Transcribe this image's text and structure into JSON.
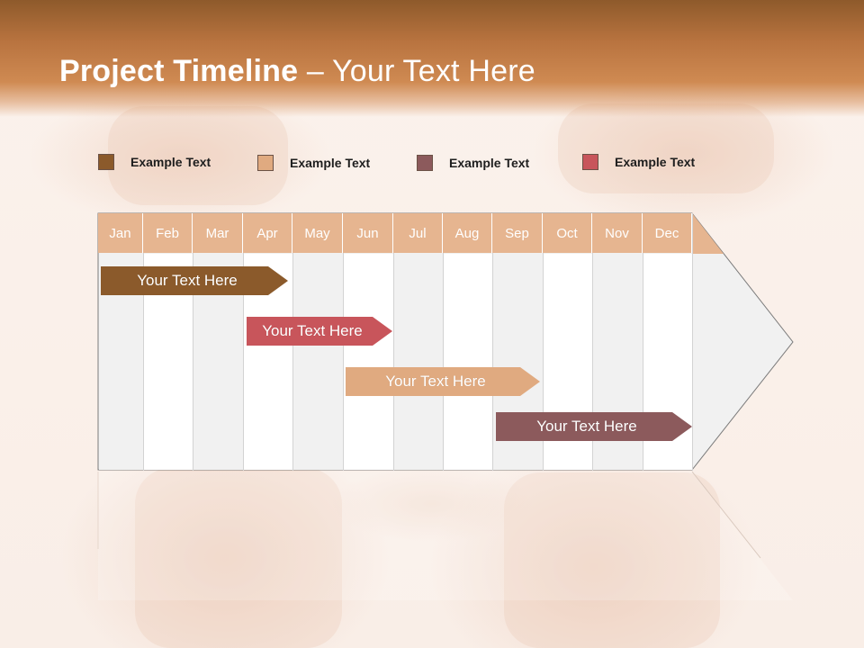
{
  "title": {
    "bold": "Project Timeline",
    "rest": " – Your Text Here"
  },
  "legend": [
    {
      "label": "Example Text",
      "color": "#8b5a2b"
    },
    {
      "label": "Example Text",
      "color": "#e0aa80"
    },
    {
      "label": "Example Text",
      "color": "#8c5a5c"
    },
    {
      "label": "Example Text",
      "color": "#c8555b"
    }
  ],
  "months": [
    "Jan",
    "Feb",
    "Mar",
    "Apr",
    "May",
    "Jun",
    "Jul",
    "Aug",
    "Sep",
    "Oct",
    "Nov",
    "Dec"
  ],
  "tasks": [
    {
      "label": "Your  Text Here",
      "color": "#8b5a2b",
      "start_month": "Jan",
      "end_month": "Apr"
    },
    {
      "label": "Your  Text Here",
      "color": "#c8555b",
      "start_month": "Apr",
      "end_month": "Jun"
    },
    {
      "label": "Your  Text Here",
      "color": "#e0aa80",
      "start_month": "Jun",
      "end_month": "Sep"
    },
    {
      "label": "Your  Text Here",
      "color": "#8c5a5c",
      "start_month": "Sep",
      "end_month": "Dec"
    }
  ]
}
